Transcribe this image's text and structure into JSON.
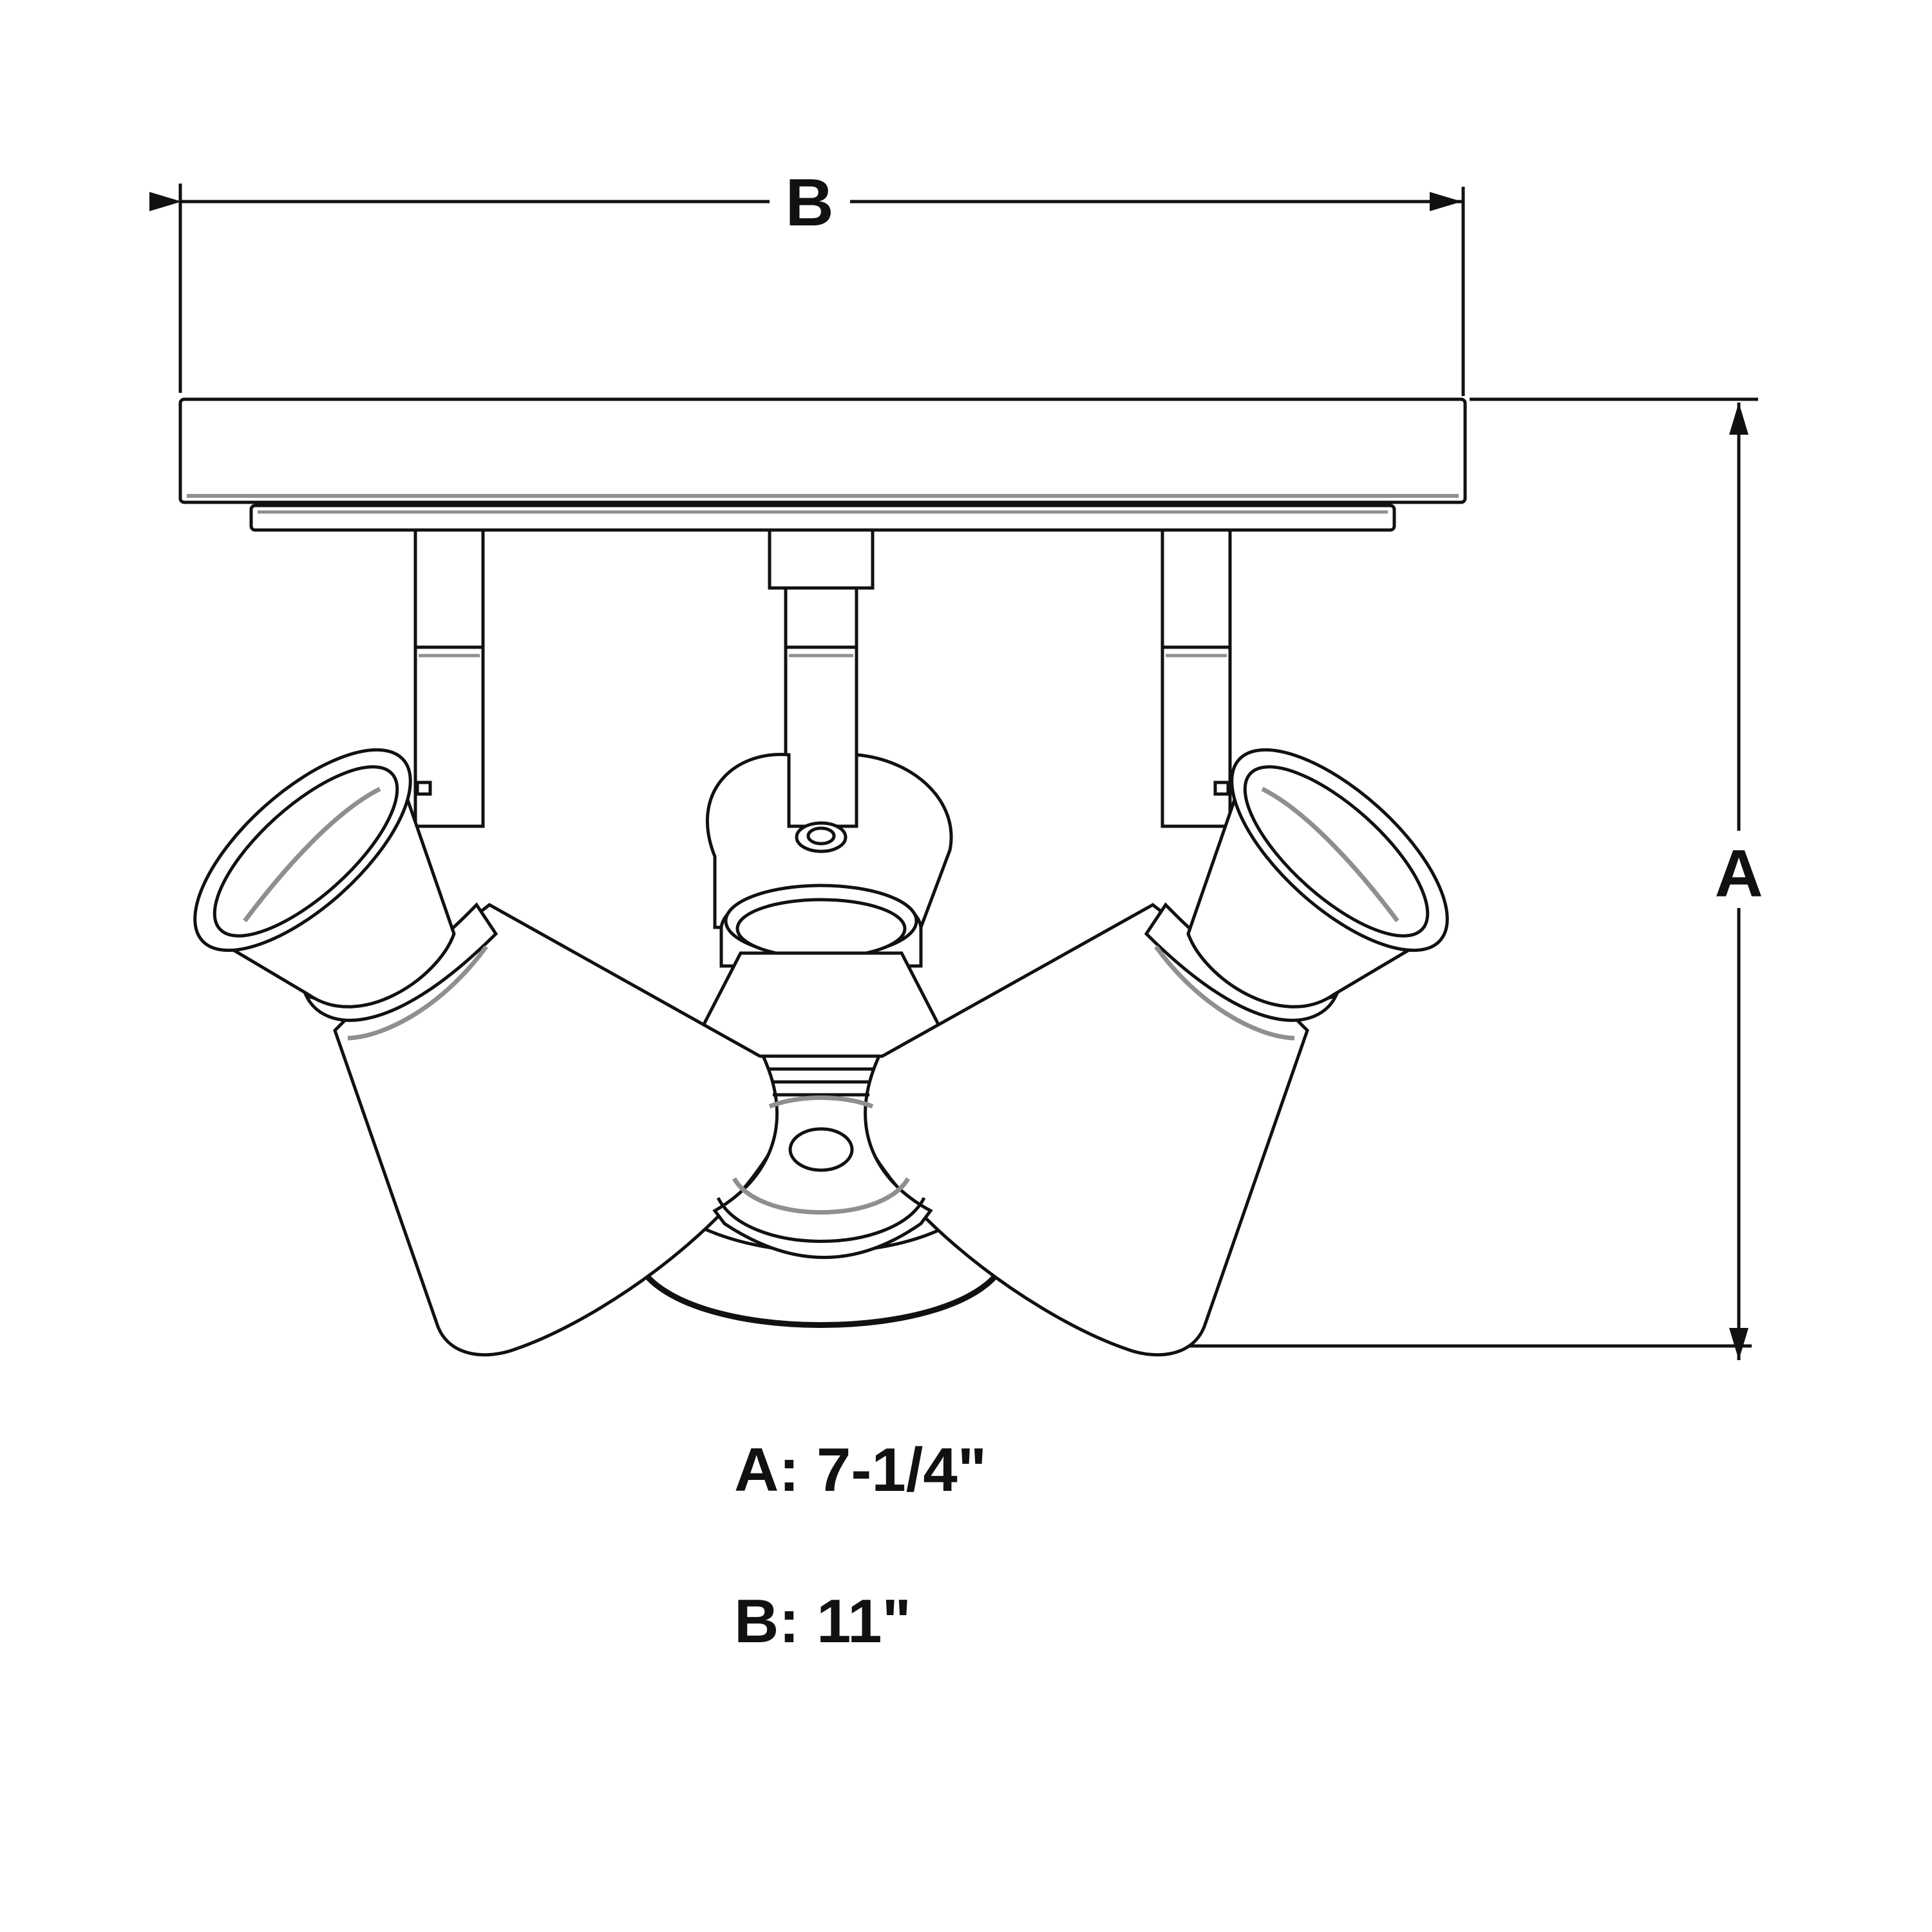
{
  "diagram": {
    "dimension_labels": {
      "width": "B",
      "height": "A"
    },
    "specs": [
      {
        "key": "A",
        "text": "A: 7-1/4\""
      },
      {
        "key": "B",
        "text": "B: 11\""
      }
    ],
    "colors": {
      "line": "#111111",
      "highlight": "#8f8f8f",
      "background": "#ffffff"
    },
    "icons": [
      "arrowhead",
      "spotlight-head",
      "ceiling-canopy"
    ]
  }
}
